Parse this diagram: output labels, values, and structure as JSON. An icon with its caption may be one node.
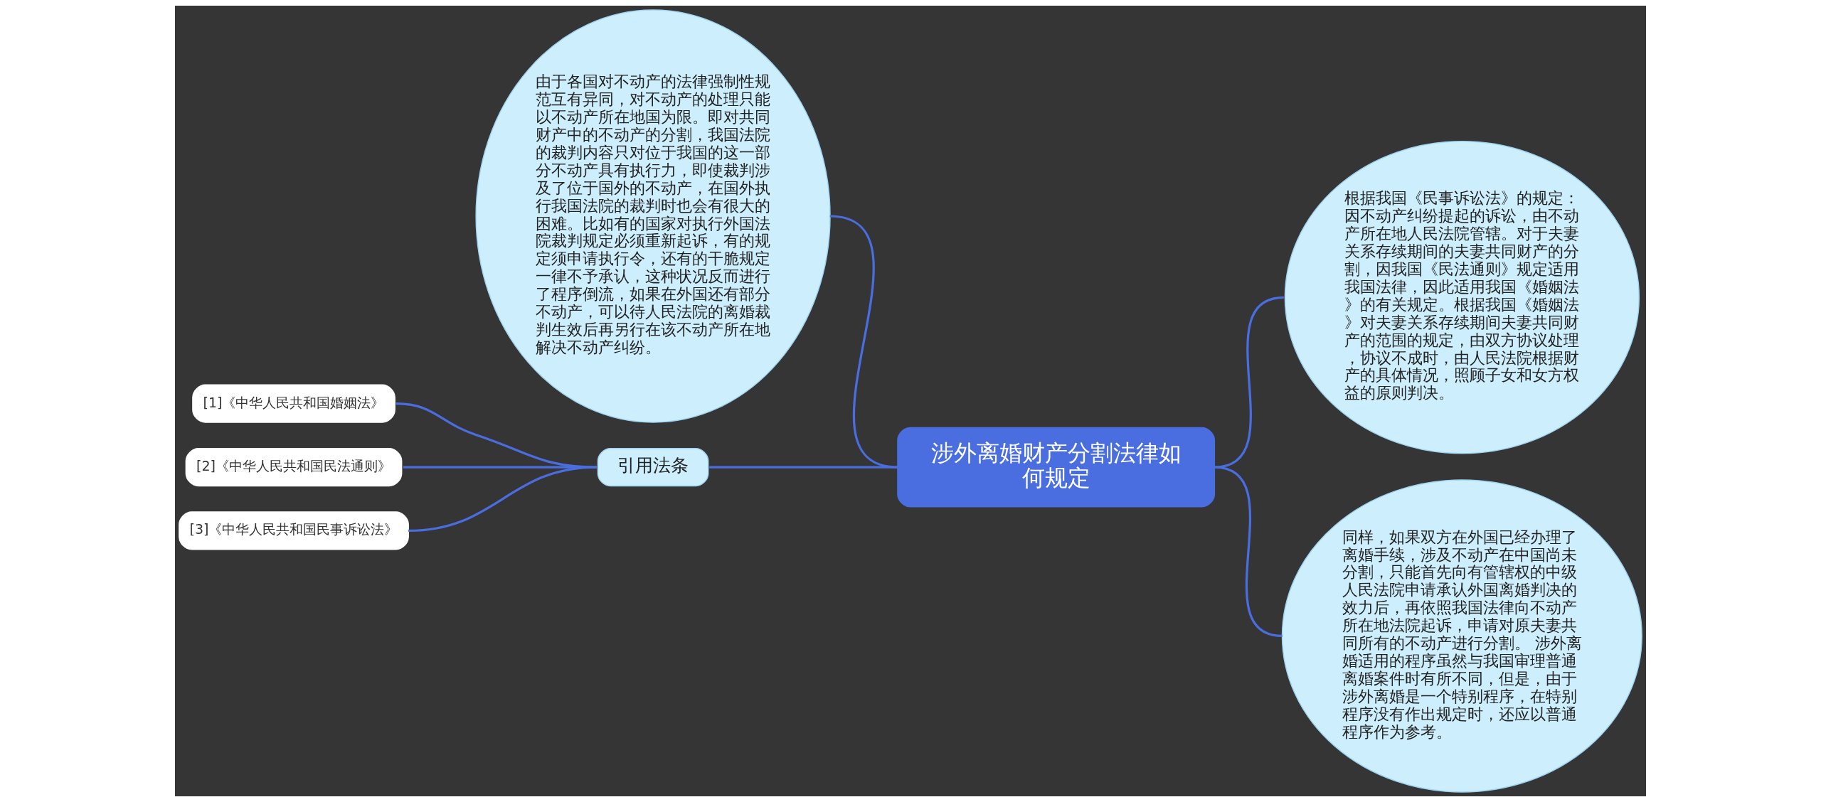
{
  "diagram": {
    "nodes": [
      {
        "text": [
          "涉外离婚财产分割法律如何规定"
        ]
      },
      {
        "text": [
          "由于各国对不动产的法律强制性规范互有异同，对不动产的处理只能以不动产所在地国为限。即对共同财产中的不动产的分割，我国法院的裁判内容只对位于我国的这一部分不动产具有执行力，即使裁判涉及了位于国外的不动产，在国外执行我国法院的裁判时也会有很大的困难。比如有的国家对执行外国法院裁判规定必须重新起诉，有的规定须申请执行令，还有的干脆规定一律不予承认，这种状况反而进行了程序倒流，如果在外国还有部分不动产，可以待人民法院的离婚裁判生效后再另行在该不动产所在地解决不动产纠纷。"
        ]
      },
      {
        "text": [
          "引用法条"
        ]
      },
      {
        "text": [
          "[1]《中华人民共和国婚姻法》"
        ]
      },
      {
        "text": [
          "[2]《中华人民共和国民法通则》"
        ]
      },
      {
        "text": [
          "[3]《中华人民共和国民事诉讼法》"
        ]
      },
      {
        "text": [
          "根据我国《民事诉讼法》的规定：因不动产纠纷提起的诉讼，由不动产所在地人民法院管辖。对于夫妻关系存续期间的夫妻共同财产的分割，因我国《民法通则》规定适用我国法律，因此适用我国《婚姻法》的有关规定。根据我国《婚姻法》对夫妻关系存续期间夫妻共同财产的范围的规定，由双方协议处理，协议不成时，由人民法院根据财产的具体情况，照顾子女和女方权益的原则判决。"
        ]
      },
      {
        "text": [
          "同样，如果双方在外国已经办理了离婚手续，涉及不动产在中国尚未分割，只能首先向有管辖权的中级人民法院申请承认外国离婚判决的效力后，再依照我国法律向不动产所在地法院起诉，申请对原夫妻共同所有的不动产进行分割。 涉外离婚适用的程序虽然与我国审理普通离婚案件时有所不同，但是，由于涉外离婚是一个特别程序，在特别程序没有作出规定时，还应以普通程序作为参考。"
        ]
      }
    ],
    "edges": [
      {
        "from": 0,
        "to": 1,
        "arrow": "none"
      },
      {
        "from": 0,
        "to": 2,
        "arrow": "none"
      },
      {
        "from": 2,
        "to": 3,
        "arrow": "none"
      },
      {
        "from": 2,
        "to": 4,
        "arrow": "none"
      },
      {
        "from": 2,
        "to": 5,
        "arrow": "none"
      },
      {
        "from": 0,
        "to": 6,
        "arrow": "none"
      },
      {
        "from": 0,
        "to": 7,
        "arrow": "none"
      }
    ]
  }
}
